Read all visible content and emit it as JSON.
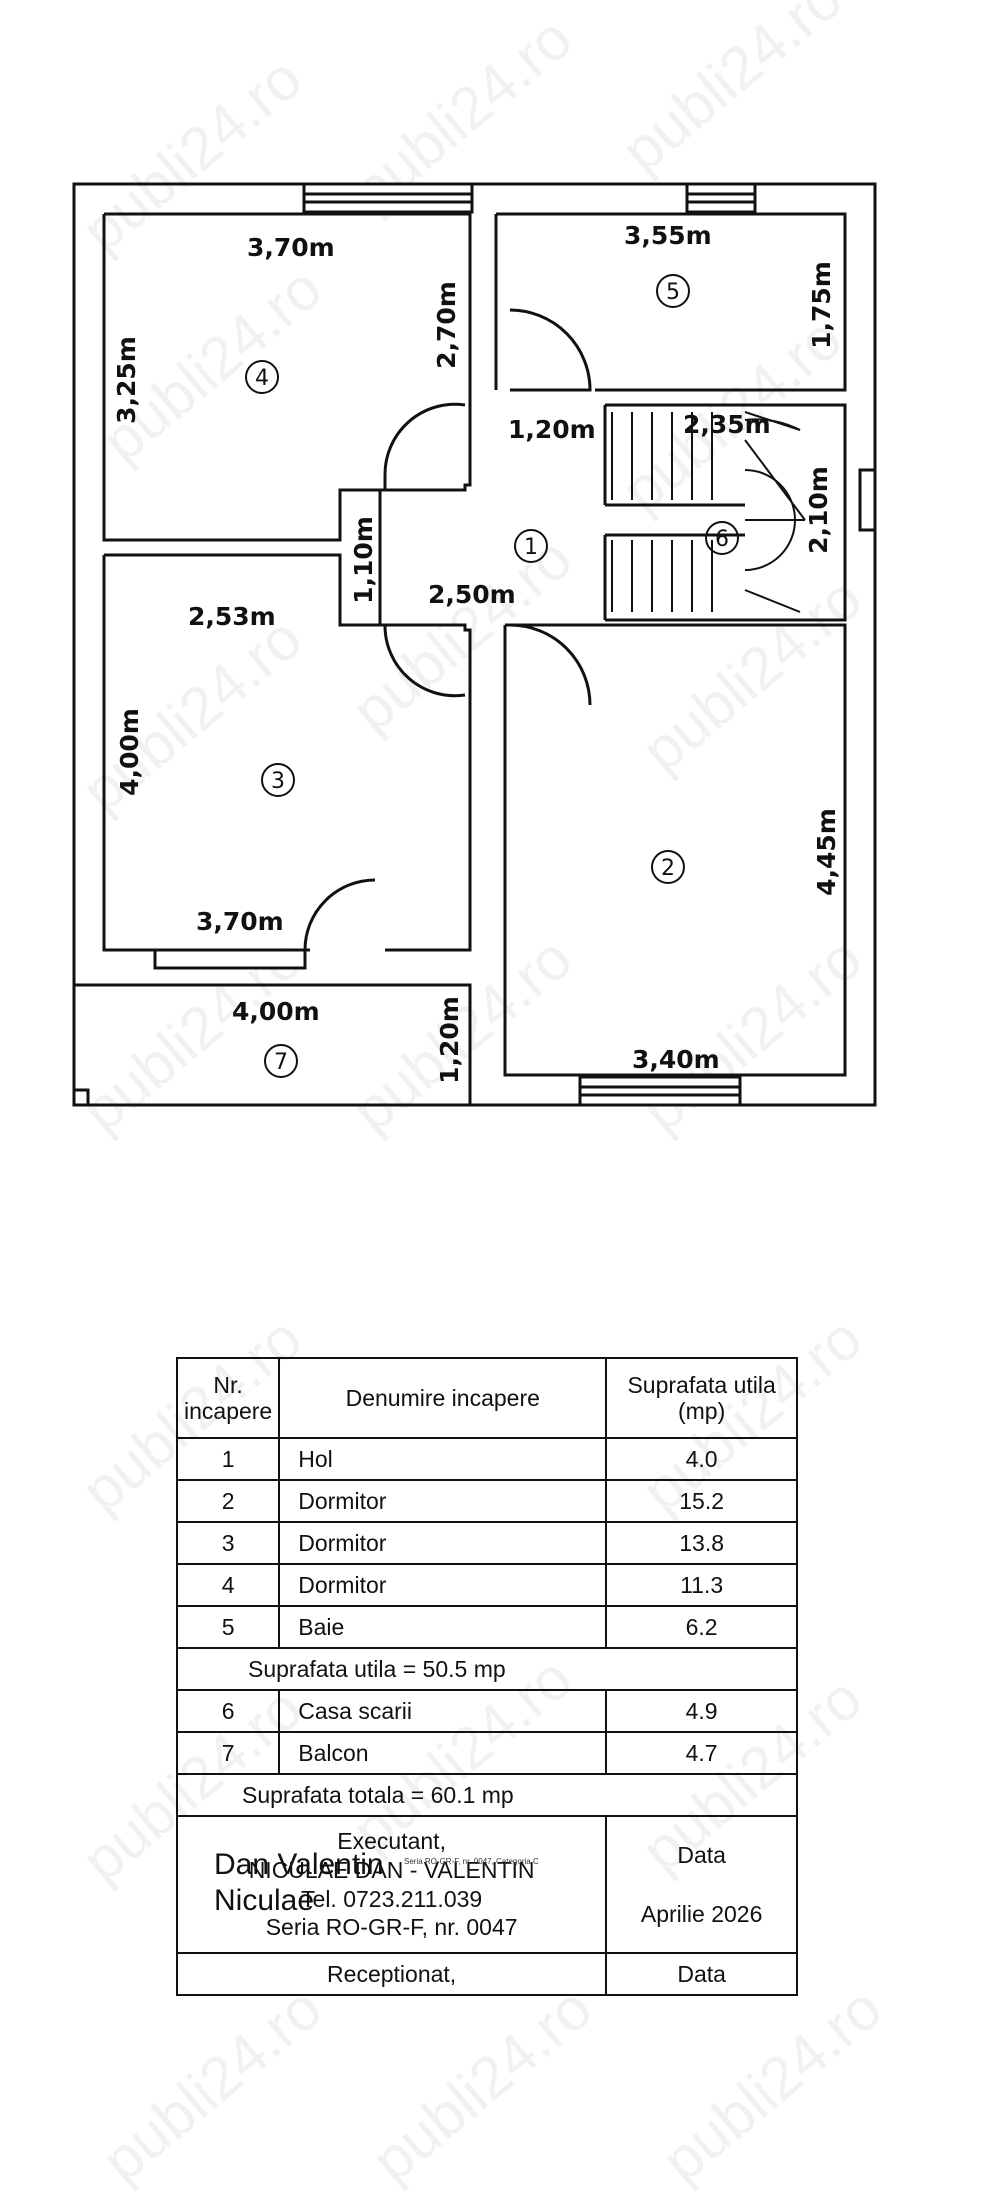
{
  "watermark": "publi24.ro",
  "plan": {
    "dimensions": [
      "3,70m",
      "3,25m",
      "2,70m",
      "3,55m",
      "1,75m",
      "1,20m",
      "2,35m",
      "2,10m",
      "1,10m",
      "2,50m",
      "2,53m",
      "4,00m",
      "4,45m",
      "3,70m",
      "4,00m",
      "1,20m",
      "3,40m"
    ],
    "rooms": [
      "1",
      "2",
      "3",
      "4",
      "5",
      "6",
      "7"
    ]
  },
  "table": {
    "headers": {
      "nr": "Nr. incapere",
      "name": "Denumire incapere",
      "area": "Suprafata utila (mp)"
    },
    "rows_a": [
      {
        "nr": "1",
        "name": "Hol",
        "area": "4.0"
      },
      {
        "nr": "2",
        "name": "Dormitor",
        "area": "15.2"
      },
      {
        "nr": "3",
        "name": "Dormitor",
        "area": "13.8"
      },
      {
        "nr": "4",
        "name": "Dormitor",
        "area": "11.3"
      },
      {
        "nr": "5",
        "name": "Baie",
        "area": "6.2"
      }
    ],
    "subtotal": "Suprafata utila = 50.5 mp",
    "rows_b": [
      {
        "nr": "6",
        "name": "Casa scarii",
        "area": "4.9"
      },
      {
        "nr": "7",
        "name": "Balcon",
        "area": "4.7"
      }
    ],
    "total": "Suprafata totala = 60.1 mp",
    "executant": {
      "label": "Executant,",
      "name": "NICULAE DAN - VALENTIN",
      "tel": "Tel. 0723.211.039",
      "serie": "Seria RO-GR-F, nr. 0047",
      "signature_line1": "Dan Valentin",
      "signature_line2": "Niculae",
      "signature_detail": "Seria RO-GR-F, nr. 0047, Categoria C"
    },
    "data_label": "Data",
    "data_value": "Aprilie 2026",
    "receptionat": "Receptionat,",
    "data_label_2": "Data"
  }
}
